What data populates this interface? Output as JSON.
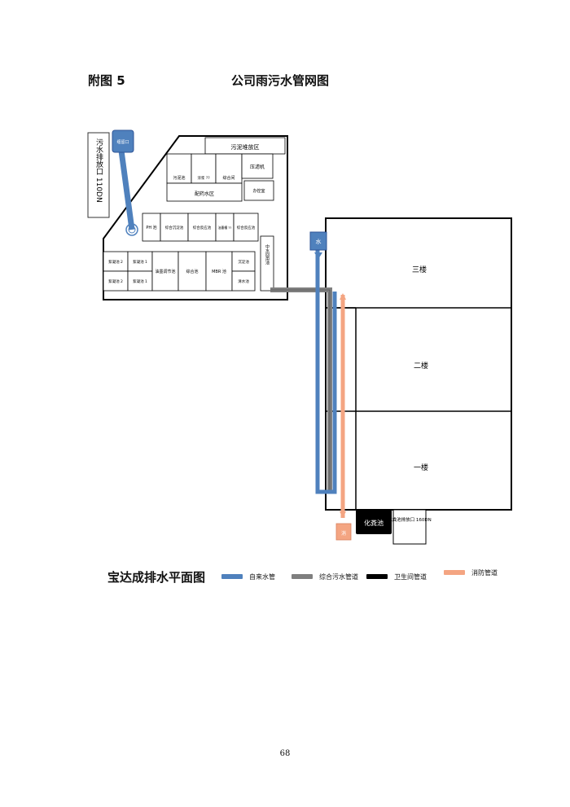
{
  "header": {
    "appendix_label": "附图 5",
    "title": "公司雨污水管网图"
  },
  "plant": {
    "rooms": {
      "outlet_box": "缠留口",
      "sludge_area": "污泥堆放区",
      "sludge_tank": "污泥池",
      "room_a": "浓浆 ??",
      "comprehensive": "综合间",
      "compressor": "压滤机",
      "office": "办控室",
      "dosing_area": "配药水区",
      "ph_tank": "PH 池",
      "mix_tank_1": "综合沉淀池",
      "mix_tank_2": "综合反应池",
      "oil_tank": "油墨槽 ??",
      "reaction_tank": "综合反应池",
      "precip_2": "絮凝池 2",
      "precip_1": "絮凝池 1",
      "precip_2b": "絮凝池 2",
      "precip_1b": "絮凝池 1",
      "oil_sep": "油墨调节池",
      "regulating": "综合池",
      "mbr": "MBR 池",
      "clear_1": "沉淀池",
      "clear_2": "清水池",
      "mid_water": "中水回用池"
    },
    "outlet_label": "污水排放口 110DN",
    "building_labels": [
      "三楼",
      "二楼",
      "一楼"
    ],
    "water_symbol": "水",
    "fire_symbol": "消",
    "septic_tank": "化粪池",
    "septic_outlet": "化粪池排放口 160DN"
  },
  "legend": {
    "title": "宝达成排水平面图",
    "items": [
      {
        "label": "自来水管",
        "color": "#4f81bd"
      },
      {
        "label": "综合污水管道",
        "color": "#7f7f7f"
      },
      {
        "label": "卫生间管道",
        "color": "#000000"
      },
      {
        "label": "消防管道",
        "color": "#f4a582"
      }
    ]
  },
  "footer": {
    "page_number": "68"
  }
}
